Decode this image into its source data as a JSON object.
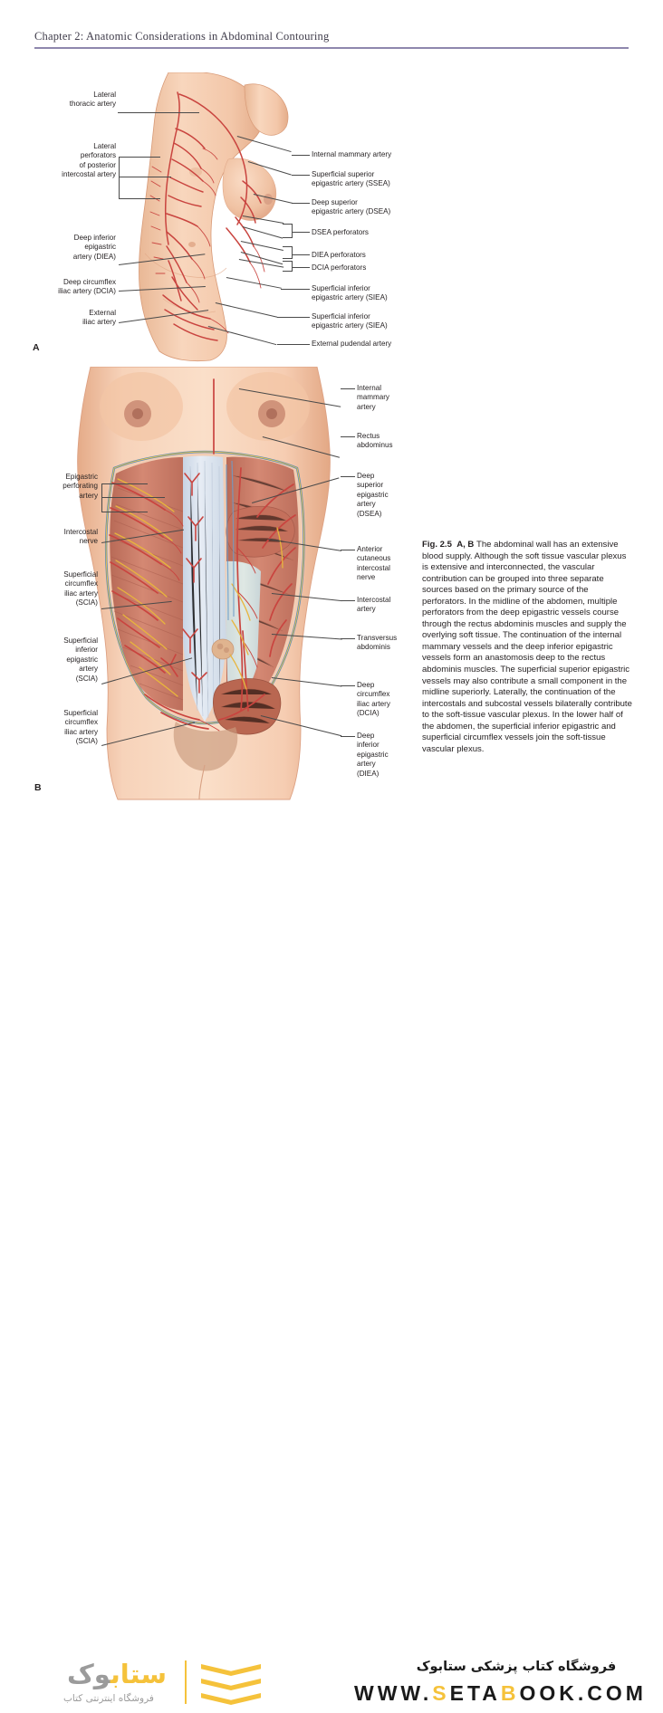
{
  "running_head": {
    "text": "Chapter 2: Anatomic Considerations in Abdominal Contouring",
    "rule_color": "#8e87ad"
  },
  "figure": {
    "panel_a_letter": "A",
    "panel_b_letter": "B",
    "caption_prefix": "Fig. 2.5",
    "caption_panels": "A, B",
    "caption_body": "The abdominal wall has an extensive blood supply. Although the soft tissue vascular plexus is extensive and interconnected, the vascular contribution can be grouped into three separate sources based on the primary source of the perforators. In the midline of the abdomen, multiple perforators from the deep epigastric vessels course through the rectus abdominis muscles and supply the overlying soft tissue. The continuation of the internal mammary vessels and the deep inferior epigastric vessels form an anastomosis deep to the rectus abdominis muscles. The superficial superior epigastric vessels may also contribute a small component in the midline superiorly. Laterally, the continuation of the intercostals and subcostal vessels bilaterally contribute to the soft-tissue vascular plexus. In the lower half of the abdomen, the superficial inferior epigastric and superficial circumflex vessels join the soft-tissue vascular plexus."
  },
  "panel_a_labels_left": [
    {
      "id": "lateral-thoracic-artery",
      "text": "Lateral\nthoracic artery"
    },
    {
      "id": "lateral-perforators-posterior-intercostal-artery",
      "text": "Lateral\nperforators\nof posterior\nintercostal artery"
    },
    {
      "id": "deep-inferior-epigastric-artery-diea",
      "text": "Deep inferior\nepigastric\nartery (DIEA)"
    },
    {
      "id": "deep-circumflex-iliac-artery-dcia",
      "text": "Deep circumflex\niliac artery (DCIA)"
    },
    {
      "id": "external-iliac-artery",
      "text": "External\niliac artery"
    }
  ],
  "panel_a_labels_right": [
    {
      "id": "internal-mammary-artery",
      "text": "Internal mammary artery"
    },
    {
      "id": "superficial-superior-epigastric-artery-ssea",
      "text": "Superficial superior\nepigastric artery (SSEA)"
    },
    {
      "id": "deep-superior-epigastric-artery-dsea",
      "text": "Deep superior\nepigastric artery (DSEA)"
    },
    {
      "id": "dsea-perforators",
      "text": "DSEA perforators"
    },
    {
      "id": "diea-perforators",
      "text": "DIEA perforators"
    },
    {
      "id": "dcia-perforators",
      "text": "DCIA perforators"
    },
    {
      "id": "superficial-inferior-epigastric-artery-siea-1",
      "text": "Superficial inferior\nepigastric artery (SIEA)"
    },
    {
      "id": "superficial-inferior-epigastric-artery-siea-2",
      "text": "Superficial inferior\nepigastric artery (SIEA)"
    },
    {
      "id": "external-pudendal-artery",
      "text": "External pudendal artery"
    }
  ],
  "panel_b_labels_left": [
    {
      "id": "epigastric-perforating-artery",
      "text": "Epigastric\nperforating\nartery"
    },
    {
      "id": "intercostal-nerve",
      "text": "Intercostal\nnerve"
    },
    {
      "id": "superficial-circumflex-iliac-artery-scia-upper",
      "text": "Superficial\ncircumflex\niliac artery\n(SCIA)"
    },
    {
      "id": "superficial-inferior-epigastric-artery-scia",
      "text": "Superficial\ninferior\nepigastric\nartery\n(SCIA)"
    },
    {
      "id": "superficial-circumflex-iliac-artery-scia-lower",
      "text": "Superficial\ncircumflex\niliac artery\n(SCIA)"
    }
  ],
  "panel_b_labels_right": [
    {
      "id": "internal-mammary-artery-b",
      "text": "Internal\nmammary\nartery"
    },
    {
      "id": "rectus-abdominus",
      "text": "Rectus\nabdominus"
    },
    {
      "id": "deep-superior-epigastric-artery-dsea-b",
      "text": "Deep\nsuperior\nepigastric\nartery\n(DSEA)"
    },
    {
      "id": "anterior-cutaneous-intercostal-nerve",
      "text": "Anterior\ncutaneous\nintercostal\nnerve"
    },
    {
      "id": "intercostal-artery",
      "text": "Intercostal\nartery"
    },
    {
      "id": "transversus-abdominis",
      "text": "Transversus\nabdominis"
    },
    {
      "id": "deep-circumflex-iliac-artery-dcia-b",
      "text": "Deep\ncircumflex\niliac artery\n(DCIA)"
    },
    {
      "id": "deep-inferior-epigastric-artery-diea-b",
      "text": "Deep\ninferior\nepigastric\nartery\n(DIEA)"
    }
  ],
  "footer": {
    "logo_text_yellow": "ستاب",
    "logo_text_gray": "وک",
    "logo_subtitle": "فروشگاه اینترنتی کتاب",
    "site_tagline": "فروشگاه کتاب پزشکی ستابوک",
    "url_prefix": "WWW.",
    "url_s": "S",
    "url_eta": "ETA",
    "url_b": "B",
    "url_suffix": "OOK.COM",
    "accent_color": "#f5c23b",
    "gray_color": "#9b9b9b"
  },
  "illustration_colors": {
    "skin": "#f6cdb2",
    "skin_shadow": "#e7b493",
    "artery": "#c9443f",
    "muscle": "#c87b68",
    "fascia": "#dce4ee",
    "nerve": "#e8b53c",
    "vein": "#6f9dc8"
  }
}
